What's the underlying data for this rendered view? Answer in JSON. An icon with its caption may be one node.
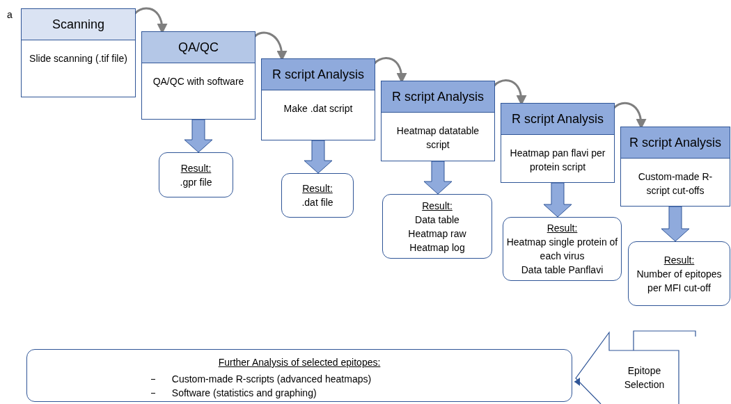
{
  "diagram": {
    "nodes": [
      {
        "text": [
          "Scanning",
          "Slide scanning (.tif file)"
        ]
      },
      {
        "text": [
          "QA/QC",
          "QA/QC with software"
        ]
      },
      {
        "text": [
          "R script Analysis",
          "Make .dat script"
        ]
      },
      {
        "text": [
          "R script Analysis",
          "Heatmap datatable script"
        ]
      },
      {
        "text": [
          "R script Analysis",
          "Heatmap pan flavi per protein script"
        ]
      },
      {
        "text": [
          "R script Analysis",
          "Custom-made R-script cut-offs"
        ]
      },
      {
        "text": [
          "Result:",
          ".gpr file"
        ]
      },
      {
        "text": [
          "Result:",
          ".dat file"
        ]
      },
      {
        "text": [
          "Result:",
          "Data table",
          "Heatmap raw",
          "Heatmap log"
        ]
      },
      {
        "text": [
          "Result:",
          "Heatmap single protein of each virus",
          "Data table Panflavi"
        ]
      },
      {
        "text": [
          "Result:",
          "Number of epitopes per MFI cut-off"
        ]
      },
      {
        "text": [
          "Further Analysis of selected epitopes:",
          "Custom-made R-scripts (advanced heatmaps)",
          "Software (statistics and graphing)"
        ]
      }
    ],
    "edges": [
      {
        "from": 0,
        "to": 1,
        "arrow": "to"
      },
      {
        "from": 1,
        "to": 2,
        "arrow": "to"
      },
      {
        "from": 2,
        "to": 3,
        "arrow": "to"
      },
      {
        "from": 3,
        "to": 4,
        "arrow": "to"
      },
      {
        "from": 4,
        "to": 5,
        "arrow": "to"
      },
      {
        "from": 1,
        "to": 6,
        "arrow": "to",
        "style": "thick",
        "color": "#8faadc"
      },
      {
        "from": 2,
        "to": 7,
        "arrow": "to",
        "style": "thick",
        "color": "#8faadc"
      },
      {
        "from": 3,
        "to": 8,
        "arrow": "to",
        "style": "thick",
        "color": "#8faadc"
      },
      {
        "from": 4,
        "to": 9,
        "arrow": "to",
        "style": "thick",
        "color": "#8faadc"
      },
      {
        "from": 5,
        "to": 10,
        "arrow": "to",
        "style": "thick",
        "color": "#8faadc"
      },
      {
        "from": 10,
        "to": 11,
        "arrow": "to",
        "label": "Epitope Selection"
      }
    ],
    "labels": [
      "a"
    ]
  }
}
